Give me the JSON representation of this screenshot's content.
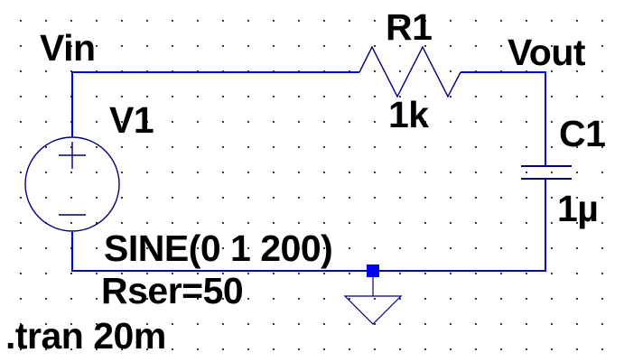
{
  "app": {
    "view": "schematic-editor"
  },
  "colors": {
    "wire": "#0000EE",
    "symbol": "#000080",
    "text": "#000000",
    "background": "#FFFFFF",
    "grid_dot": "#383838"
  },
  "schematic": {
    "nets": [
      {
        "name": "Vin"
      },
      {
        "name": "Vout"
      }
    ],
    "components": [
      {
        "id": "V1",
        "type": "voltage-source",
        "value": "SINE(0 1 200)",
        "spice_line": "Rser=50"
      },
      {
        "id": "R1",
        "type": "resistor",
        "value": "1k"
      },
      {
        "id": "C1",
        "type": "capacitor",
        "value": "1µ"
      }
    ],
    "directives": [
      ".tran 20m"
    ]
  }
}
